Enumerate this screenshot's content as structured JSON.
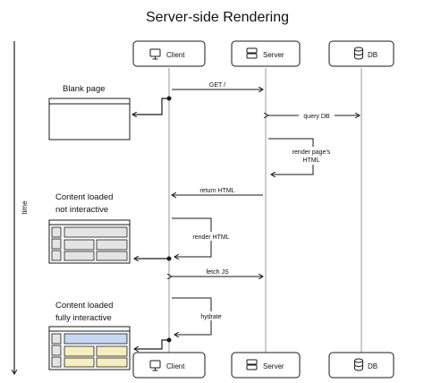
{
  "title": "Server-side Rendering",
  "time_label": "time",
  "participants": {
    "client": "Client",
    "server": "Server",
    "db": "DB"
  },
  "messages": {
    "get": "GET /",
    "query_db": "query DB",
    "render_pages_1": "render page's",
    "render_pages_2": "HTML",
    "return_html": "return HTML",
    "render_html": "render HTML",
    "fetch_js": "fetch JS",
    "hydrate": "hydrate"
  },
  "captions": {
    "blank": "Blank page",
    "loaded_1": "Content loaded",
    "loaded_2": "not interactive",
    "interactive_1": "Content loaded",
    "interactive_2": "fully interactive"
  },
  "colors": {
    "stroke": "#1a1a1a",
    "lifeline": "#9a9a9a",
    "placeholder": "#e4e4e4",
    "blue": "#c7d8f2",
    "yellow": "#f7eec0"
  },
  "icons": {
    "client": "monitor-icon",
    "server": "server-icon",
    "db": "database-icon"
  }
}
